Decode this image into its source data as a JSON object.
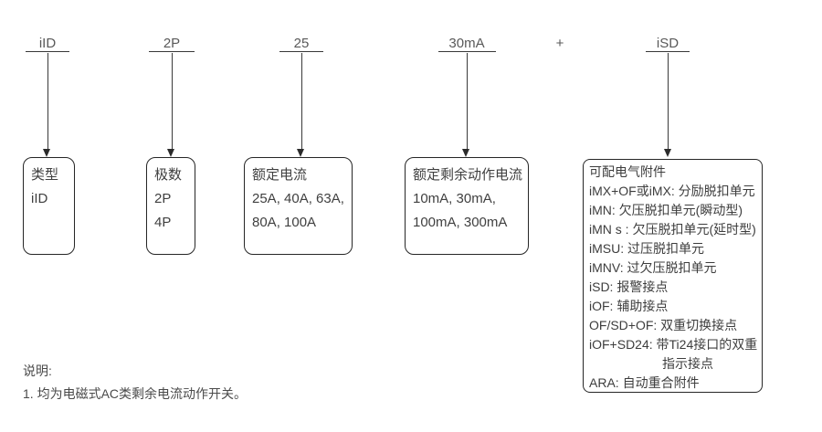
{
  "segments": [
    {
      "text": "iID"
    },
    {
      "text": "2P"
    },
    {
      "text": "25"
    },
    {
      "text": "30mA"
    },
    {
      "text": "iSD"
    }
  ],
  "plus": "+",
  "boxes": [
    {
      "title": "类型",
      "lines": [
        "iID"
      ]
    },
    {
      "title": "极数",
      "lines": [
        "2P",
        "4P"
      ]
    },
    {
      "title": "额定电流",
      "lines": [
        "25A, 40A, 63A,",
        "80A, 100A"
      ]
    },
    {
      "title": "额定剩余动作电流",
      "lines": [
        "10mA, 30mA,",
        "100mA, 300mA"
      ]
    }
  ],
  "accessories": {
    "title": "可配电气附件",
    "items": [
      "iMX+OF或iMX: 分励脱扣单元",
      "iMN: 欠压脱扣单元(瞬动型)",
      "iMN s : 欠压脱扣单元(延时型)",
      "iMSU: 过压脱扣单元",
      "iMNV: 过欠压脱扣单元",
      "iSD: 报警接点",
      "iOF: 辅助接点",
      "OF/SD+OF: 双重切换接点",
      "iOF+SD24: 带Ti24接口的双重",
      "指示接点",
      "ARA: 自动重合附件"
    ]
  },
  "note": {
    "heading": "说明:",
    "line1": "1. 均为电磁式AC类剩余电流动作开关。"
  },
  "colors": {
    "background": "#ffffff",
    "label_text": "#595959",
    "box_text": "#404040",
    "line": "#3a3a3a",
    "border": "#262626"
  }
}
